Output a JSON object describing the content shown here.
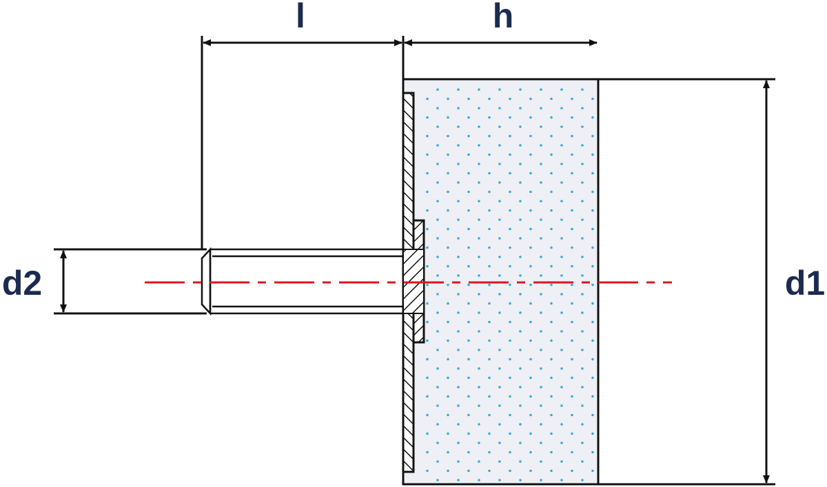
{
  "labels": {
    "l": "l",
    "h": "h",
    "d1": "d1",
    "d2": "d2"
  },
  "colors": {
    "label": "#1c2b4f",
    "line": "#111111",
    "centerline": "#e0141e",
    "fill": "#eef0f5",
    "dots": "#3aa8d8"
  }
}
